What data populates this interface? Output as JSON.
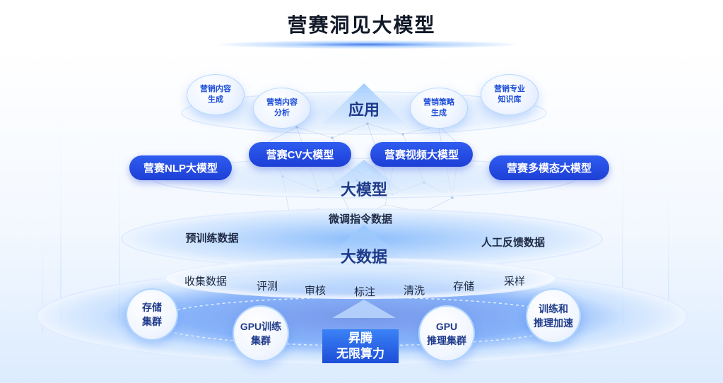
{
  "title": "营赛洞见大模型",
  "layers": {
    "application": {
      "label": "应用",
      "bubbles": [
        "营销内容\n生成",
        "营销内容\n分析",
        "营销策略\n生成",
        "营销专业\n知识库"
      ]
    },
    "model": {
      "label": "大模型",
      "pills": [
        "营赛NLP大模型",
        "营赛CV大模型",
        "营赛视频大模型",
        "营赛多模态大模型"
      ]
    },
    "data": {
      "label": "大数据",
      "types": [
        "微调指令数据",
        "预训练数据",
        "人工反馈数据"
      ],
      "steps": [
        "收集数据",
        "评测",
        "审核",
        "标注",
        "清洗",
        "存储",
        "采样"
      ]
    },
    "compute": {
      "label": "昇腾\n无限算力",
      "nodes": [
        "存储\n集群",
        "GPU训练\n集群",
        "GPU\n推理集群",
        "训练和\n推理加速"
      ]
    }
  },
  "colors": {
    "primary": "#1d3fd6",
    "label": "#1e3a8a",
    "disc": "#93c5fd"
  }
}
